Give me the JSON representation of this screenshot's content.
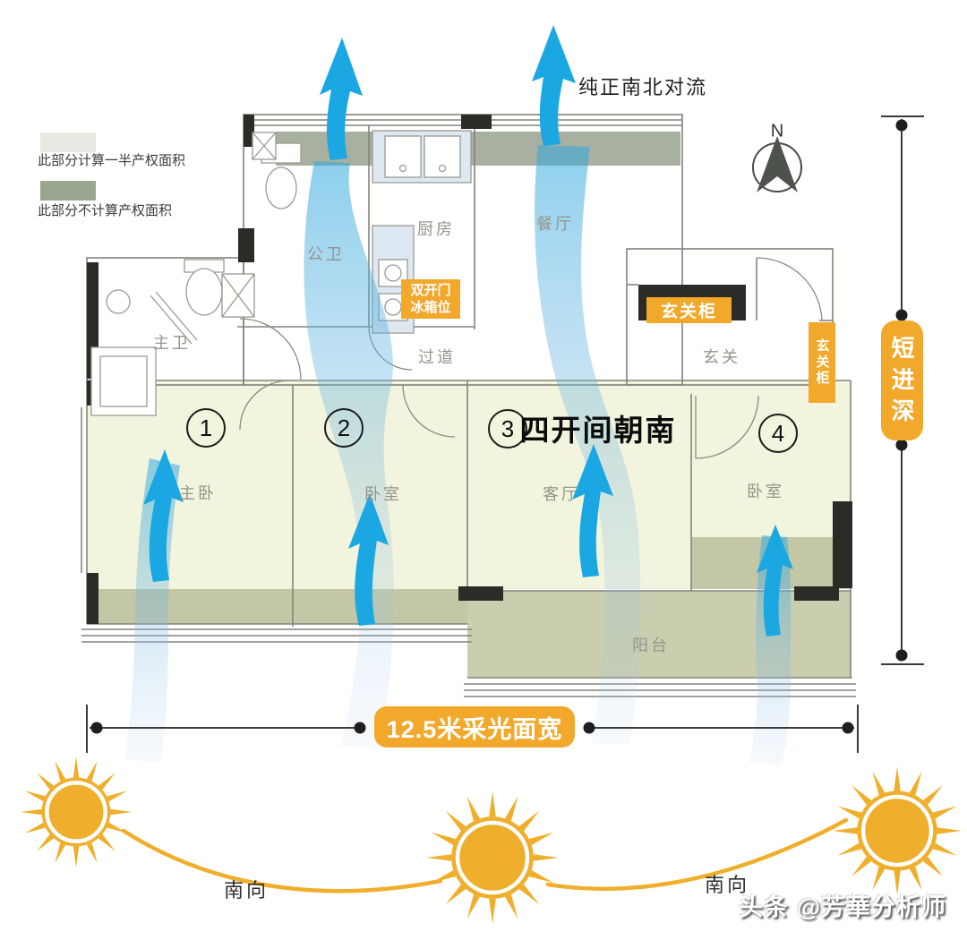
{
  "colors": {
    "accent_orange": "#F2A82B",
    "sun_orange": "#EFAF2C",
    "arrow_blue": "#1AA7E2",
    "legend_half_fill": "#E7E9E2",
    "legend_none_fill": "#99A791",
    "north_band_fill": "#A8B1A1",
    "room_fill": "#F2F4DD",
    "band_fill": "#C3C7A5",
    "balcony_fill": "#CACEAF"
  },
  "legend": {
    "half_label": "此部分计算一半产权面积",
    "none_label": "此部分不计算产权面积"
  },
  "compass": {
    "north_label": "N"
  },
  "annotations": {
    "convection_note": "纯正南北对流",
    "headline": "四开间朝南",
    "depth_badge": "短进深",
    "width_badge": "12.5米采光面宽",
    "south_label_left": "南向",
    "south_label_right": "南向",
    "watermark": "头条 @芳華分析师"
  },
  "badges": {
    "fridge_line1": "双开门",
    "fridge_line2": "冰箱位",
    "foyer_cabinet_top": "玄关柜",
    "foyer_cabinet_right": "玄关柜"
  },
  "rooms": {
    "master_bath": "主卫",
    "public_bath": "公卫",
    "kitchen": "厨房",
    "dining": "餐厅",
    "hallway": "过道",
    "foyer": "玄关",
    "master_bedroom": "主卧",
    "bedroom2": "卧室",
    "living": "客厅",
    "bedroom4": "卧室",
    "balcony": "阳台"
  },
  "room_numbers": [
    "1",
    "2",
    "3",
    "4"
  ]
}
